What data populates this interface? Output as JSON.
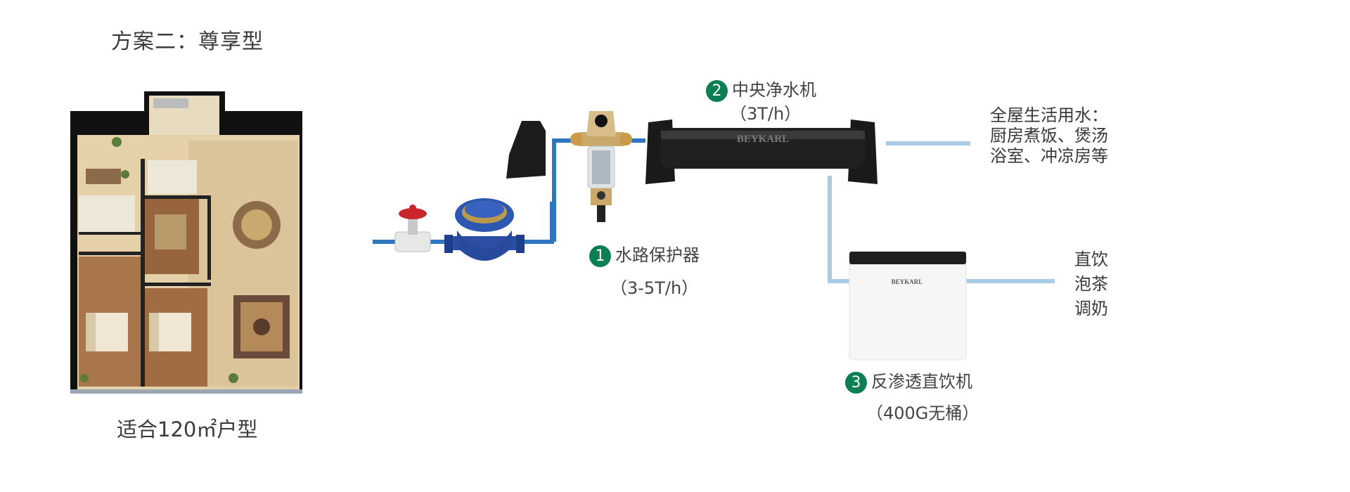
{
  "page": {
    "title": "方案二：尊享型",
    "suitable_for": "适合120㎡户型"
  },
  "components": {
    "protector": {
      "number": "1",
      "name": "水路保护器",
      "spec": "（3-5T/h）"
    },
    "central_purifier": {
      "number": "2",
      "name": "中央净水机",
      "spec": "（3T/h）",
      "brand": "BEYKARL"
    },
    "ro_machine": {
      "number": "3",
      "name": "反渗透直饮机",
      "spec": "（400G无桶）",
      "brand": "BEYKARL"
    }
  },
  "outlets": {
    "whole_house": {
      "line1": "全屋生活用水：",
      "line2": "厨房煮饭、煲汤",
      "line3": "浴室、冲凉房等"
    },
    "direct_drink": {
      "line1": "直饮",
      "line2": "泡茶",
      "line3": "调奶"
    }
  },
  "colors": {
    "accent_green": "#0c7f52",
    "pipe_inlet": "#2f76c0",
    "pipe_outlet": "#a9cbe6"
  }
}
